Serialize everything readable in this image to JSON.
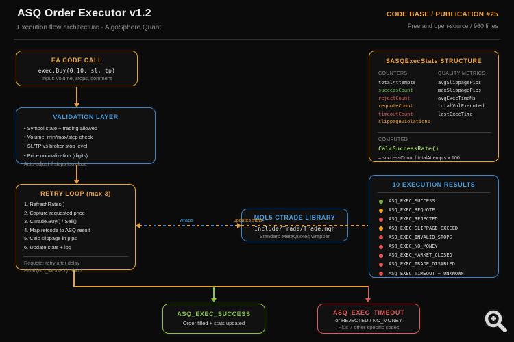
{
  "header": {
    "title": "ASQ Order Executor v1.2",
    "subtitle": "Execution flow architecture - AlgoSphere Quant",
    "badge": "CODE BASE / PUBLICATION #25",
    "badge_sub": "Free and open-source / 960 lines"
  },
  "ea_call": {
    "title": "EA CODE CALL",
    "code": "exec.Buy(0.10, sl, tp)",
    "note": "Input: volume, stops, comment"
  },
  "validation": {
    "title": "VALIDATION LAYER",
    "items": [
      "Symbol state + trading allowed",
      "Volume: min/max/step check",
      "SL/TP vs broker stop level",
      "Price normalization (digits)"
    ],
    "note": "Auto-adjust if stops too close"
  },
  "retry": {
    "title": "RETRY LOOP (max 3)",
    "steps": [
      "RefreshRates()",
      "Capture requested price",
      "CTrade.Buy() / Sell()",
      "Map retcode to ASQ result",
      "Calc slippage in pips",
      "Update stats + log"
    ],
    "notes": [
      "Requote: retry after delay",
      "Fatal (NO_MONEY): abort"
    ]
  },
  "ctrade": {
    "title": "MQL5 CTRADE LIBRARY",
    "code": "Include/Trade/Trade.mqh",
    "note": "Standard MetaQuotes wrapper"
  },
  "stats": {
    "title": "SASQExecStats STRUCTURE",
    "counters_header": "COUNTERS",
    "metrics_header": "QUALITY METRICS",
    "counters": [
      {
        "label": "totalAttempts",
        "color": "#d9d9d9"
      },
      {
        "label": "successCount",
        "color": "#6fbf4f"
      },
      {
        "label": "rejectCount",
        "color": "#e05b5b"
      },
      {
        "label": "requoteCount",
        "color": "#f0a340"
      },
      {
        "label": "timeoutCount",
        "color": "#e05b5b"
      },
      {
        "label": "slippageViolations",
        "color": "#f0a340"
      }
    ],
    "metrics": [
      "avgSlippagePips",
      "maxSlippagePips",
      "avgExecTimeMs",
      "totalVolExecuted",
      "lastExecTime"
    ],
    "computed_header": "COMPUTED",
    "computed_fn": "CalcSuccessRate()",
    "computed_formula": "= successCount / totalAttempts x 100"
  },
  "results": {
    "title": "10 EXECUTION RESULTS",
    "items": [
      {
        "label": "ASQ_EXEC_SUCCESS",
        "color": "#7cb342"
      },
      {
        "label": "ASQ_EXEC_REQUOTE",
        "color": "#f2a424"
      },
      {
        "label": "ASQ_EXEC_REJECTED",
        "color": "#e05252"
      },
      {
        "label": "ASQ_EXEC_SLIPPAGE_EXCEED",
        "color": "#f2a424"
      },
      {
        "label": "ASQ_EXEC_INVALID_STOPS",
        "color": "#e05252"
      },
      {
        "label": "ASQ_EXEC_NO_MONEY",
        "color": "#e05252"
      },
      {
        "label": "ASQ_EXEC_MARKET_CLOSED",
        "color": "#e05252"
      },
      {
        "label": "ASQ_EXEC_TRADE_DISABLED",
        "color": "#e05252"
      },
      {
        "label": "ASQ_EXEC_TIMEOUT + UNKNOWN",
        "color": "#e05252"
      }
    ]
  },
  "success_box": {
    "title": "ASQ_EXEC_SUCCESS",
    "note": "Order filled + stats updated"
  },
  "timeout_box": {
    "title": "ASQ_EXEC_TIMEOUT",
    "line1": "or REJECTED / NO_MONEY",
    "line2": "Plus 7 other specific codes"
  },
  "connectors": {
    "wraps": "wraps",
    "updates": "updates stats"
  },
  "colors": {
    "orange": "#e8a33d",
    "blue": "#3d85c8",
    "green": "#8bc34a",
    "red": "#e05b5b",
    "background": "#0b0b0b"
  }
}
